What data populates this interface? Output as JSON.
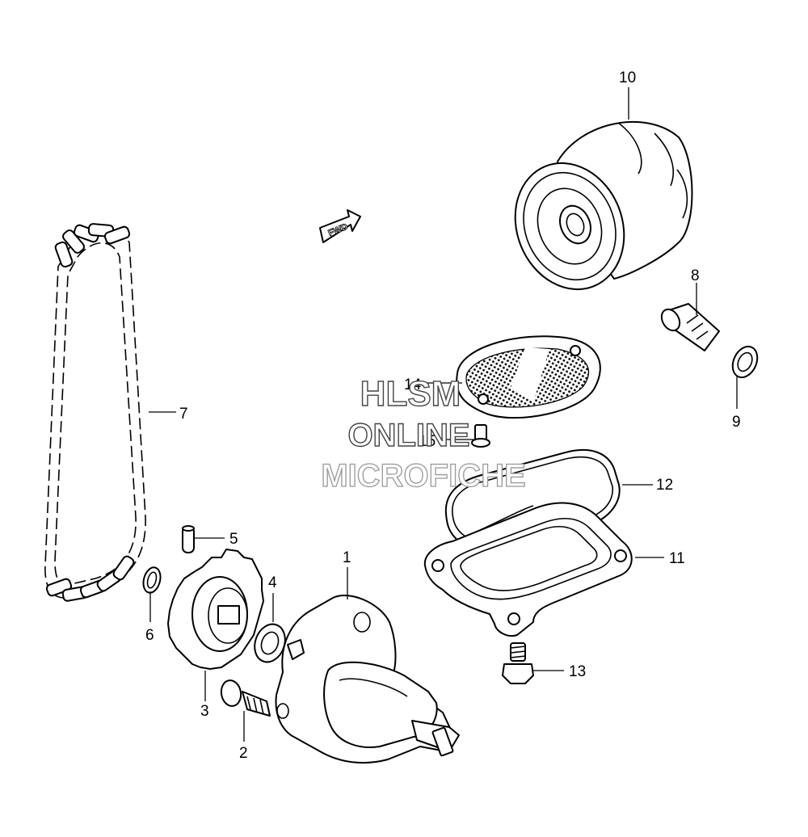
{
  "diagram": {
    "direction_badge": "FWD",
    "callouts": [
      "1",
      "2",
      "3",
      "4",
      "5",
      "6",
      "7",
      "8",
      "9",
      "10",
      "11",
      "12",
      "13",
      "14",
      "15"
    ]
  },
  "watermark": {
    "line1": "HLSM",
    "line2": "ONLINE",
    "line3": "MICROFICHE"
  }
}
